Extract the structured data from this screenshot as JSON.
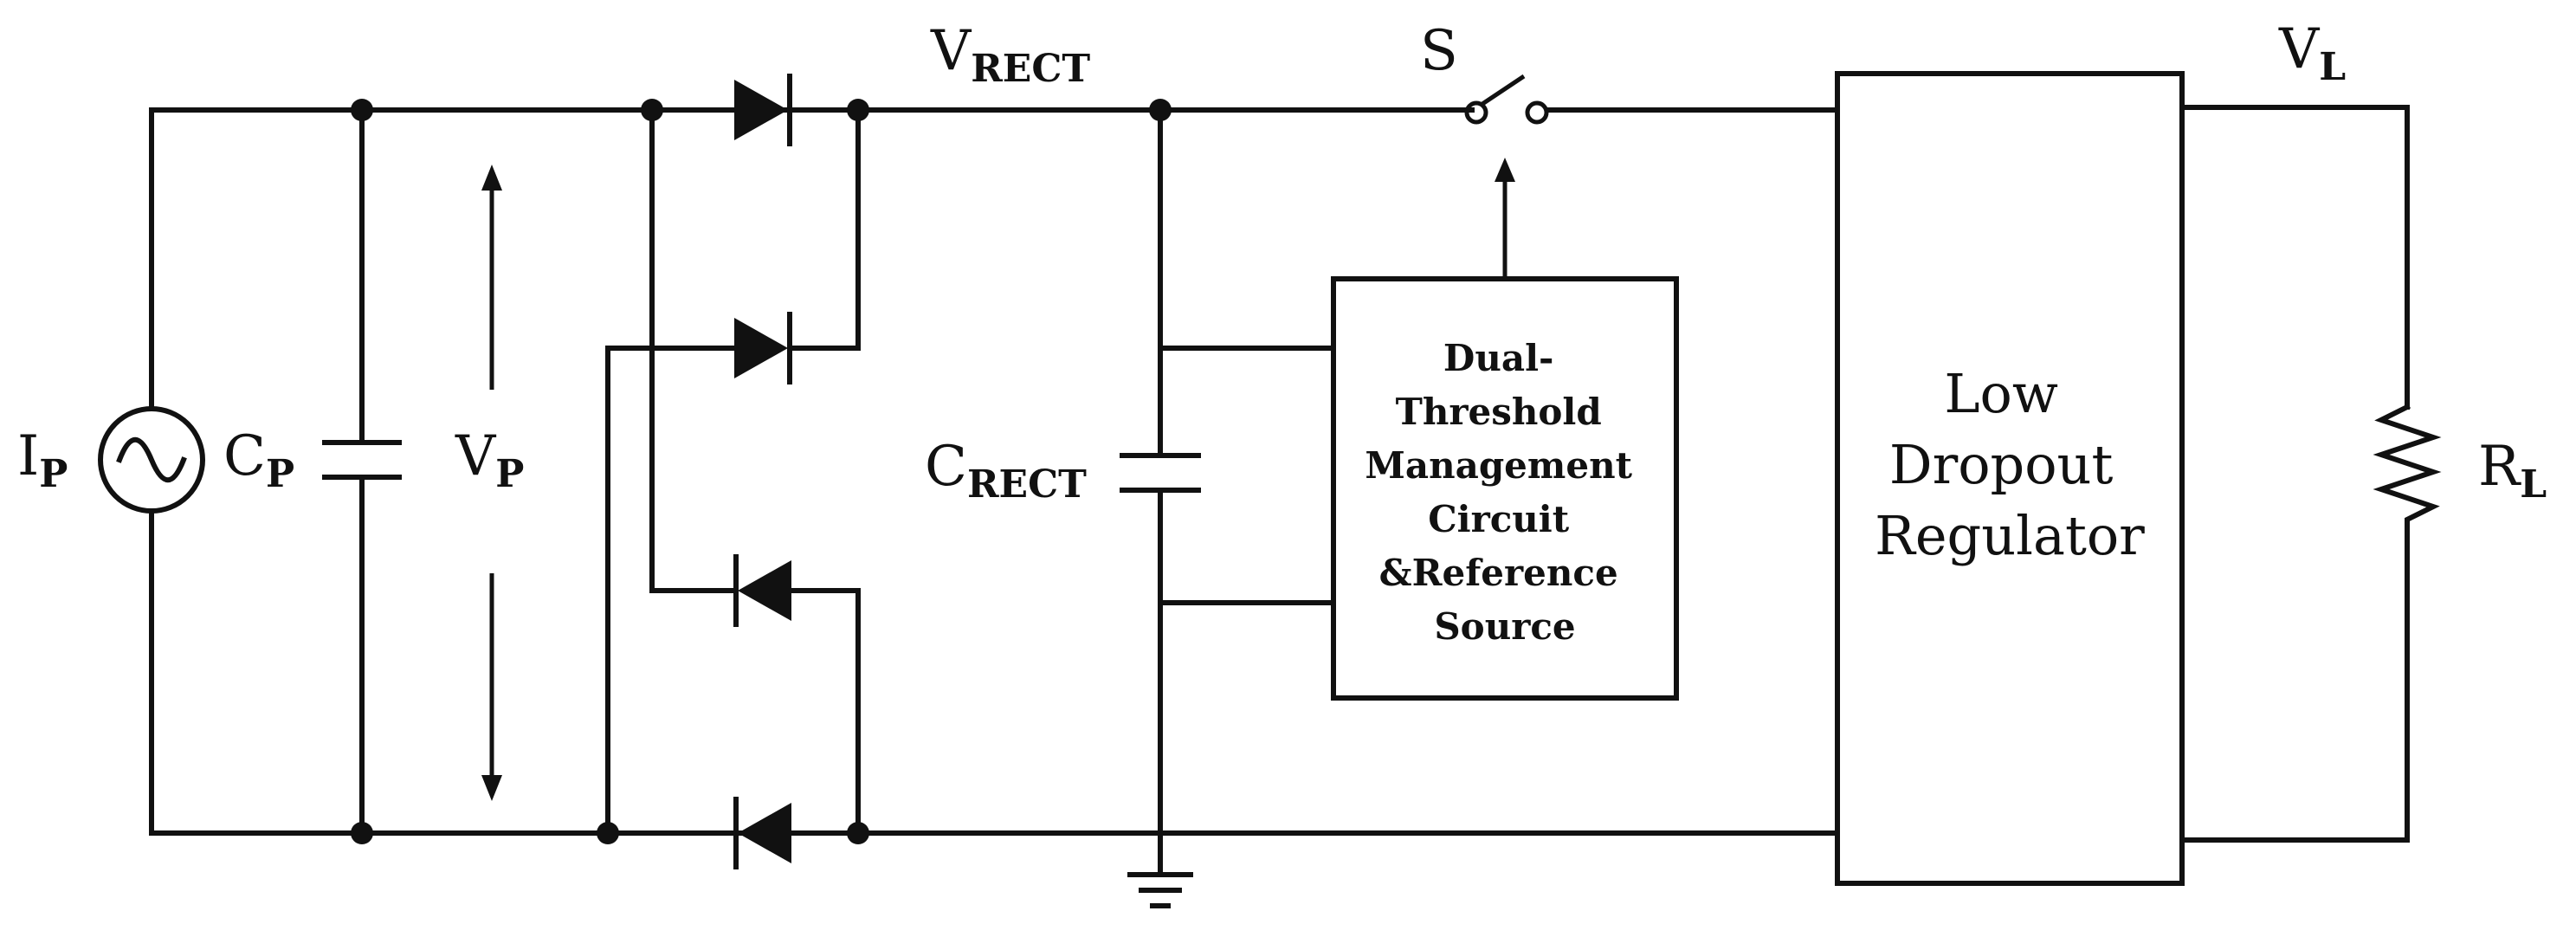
{
  "labels": {
    "source": {
      "main": "I",
      "sub": "P"
    },
    "cap_p": {
      "main": "C",
      "sub": "P"
    },
    "v_p": {
      "main": "V",
      "sub": "P"
    },
    "v_rect": {
      "main": "V",
      "sub": "RECT"
    },
    "c_rect": {
      "main": "C",
      "sub": "RECT"
    },
    "switch": "S",
    "v_l": {
      "main": "V",
      "sub": "L"
    },
    "r_l": {
      "main": "R",
      "sub": "L"
    }
  },
  "blocks": {
    "threshold": {
      "lines": [
        "Dual-",
        "Threshold",
        "Management",
        "Circuit",
        "&Reference",
        "Source"
      ]
    },
    "ldo": {
      "lines": [
        "Low",
        "Dropout",
        "Regulator"
      ]
    }
  },
  "icons": {
    "source": "ac-current-source-icon",
    "diode": "diode-icon",
    "capacitor": "capacitor-icon",
    "switch": "switch-icon",
    "resistor": "resistor-icon",
    "ground": "ground-icon"
  }
}
